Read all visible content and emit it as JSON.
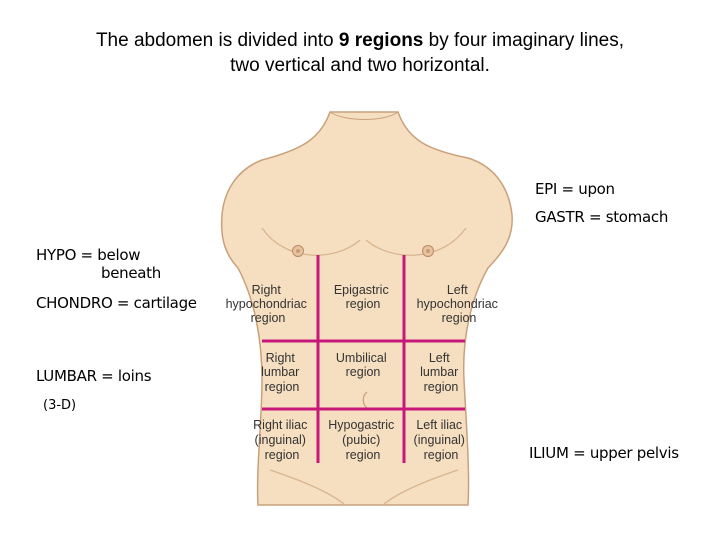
{
  "title": {
    "line1_pre": "The abdomen is divided into ",
    "line1_bold": "9 regions",
    "line1_post": " by four imaginary lines,",
    "line2": "two vertical and two horizontal."
  },
  "notes": {
    "epi": "EPI = upon",
    "gastr": "GASTR = stomach",
    "hypo_1": "HYPO = below",
    "hypo_2": "beneath",
    "chondro": "CHONDRO = cartilage",
    "lumbar": "LUMBAR = loins",
    "three_d": "(3-D)",
    "ilium": "ILIUM = upper pelvis"
  },
  "regions": {
    "right_hypochondriac": [
      "Right",
      "hypochondriac",
      "region"
    ],
    "epigastric": [
      "Epigastric",
      "region"
    ],
    "left_hypochondriac": [
      "Left",
      "hypochondriac",
      "region"
    ],
    "right_lumbar": [
      "Right",
      "lumbar",
      "region"
    ],
    "umbilical": [
      "Umbilical",
      "region"
    ],
    "left_lumbar": [
      "Left",
      "lumbar",
      "region"
    ],
    "right_iliac": [
      "Right iliac",
      "(inguinal)",
      "region"
    ],
    "hypogastric": [
      "Hypogastric",
      "(pubic)",
      "region"
    ],
    "left_iliac": [
      "Left iliac",
      "(inguinal)",
      "region"
    ]
  },
  "colors": {
    "skin": "#f6dfc0",
    "skin_outline": "#c9a07a",
    "grid_lines": "#c8177a"
  }
}
